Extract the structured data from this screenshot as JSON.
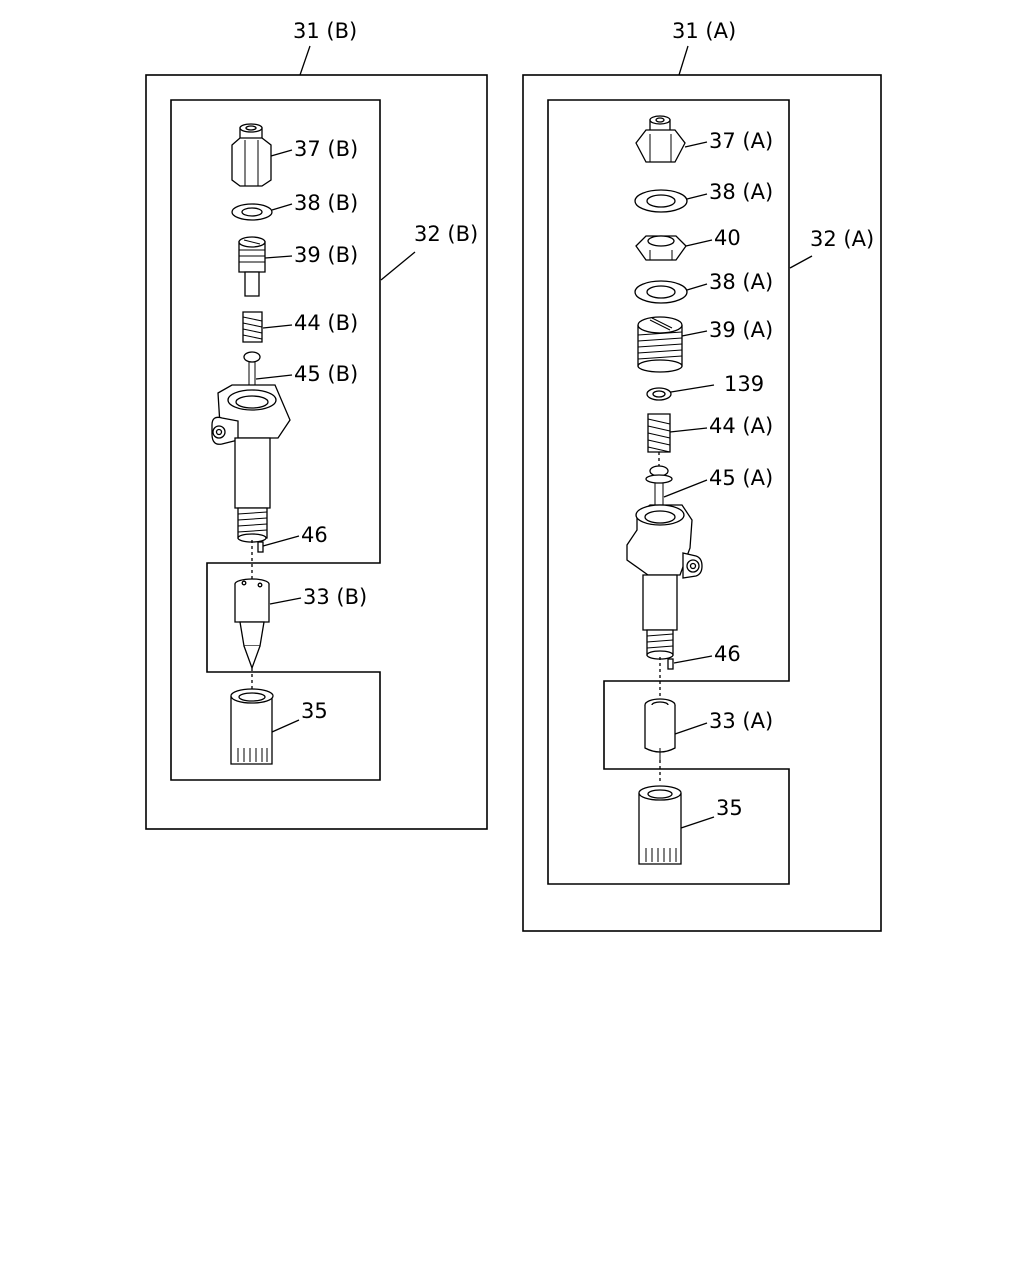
{
  "assembly_b": {
    "title": "31 (B)",
    "sub_assembly": "32 (B)",
    "parts": {
      "p37": "37 (B)",
      "p38": "38 (B)",
      "p39": "39 (B)",
      "p44": "44 (B)",
      "p45": "45 (B)",
      "p46": "46",
      "p33": "33 (B)",
      "p35": "35"
    }
  },
  "assembly_a": {
    "title": "31 (A)",
    "sub_assembly": "32 (A)",
    "parts": {
      "p37": "37 (A)",
      "p38_top": "38 (A)",
      "p40": "40",
      "p38_bottom": "38 (A)",
      "p39": "39 (A)",
      "p139": "139",
      "p44": "44 (A)",
      "p45": "45 (A)",
      "p46": "46",
      "p33": "33 (A)",
      "p35": "35"
    }
  }
}
